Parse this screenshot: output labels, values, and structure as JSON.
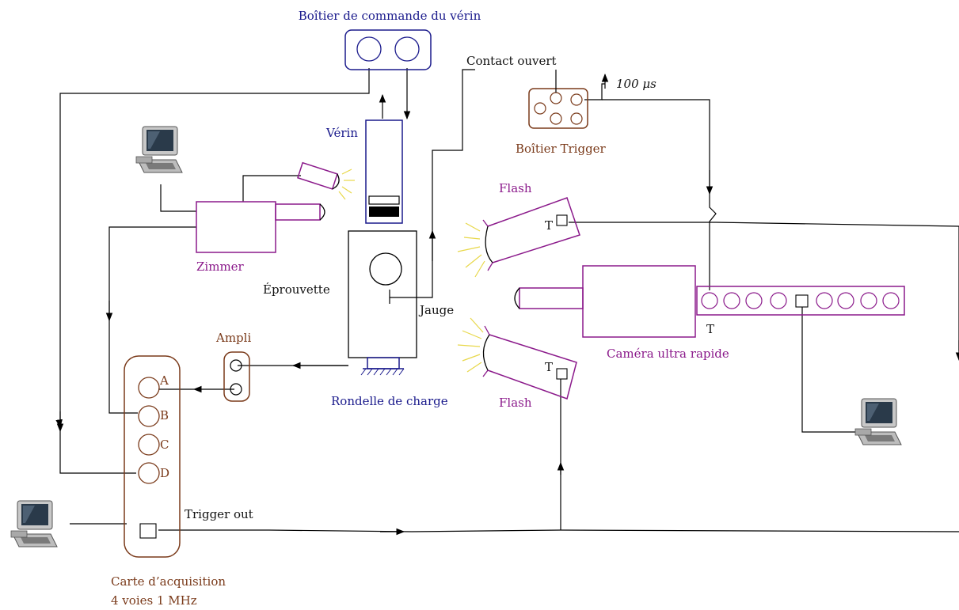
{
  "labels": {
    "boitier_commande": "Boîtier de commande du vérin",
    "verin": "Vérin",
    "contact_ouvert": "Contact ouvert",
    "boitier_trigger": "Boîtier Trigger",
    "pulse": "100 μs",
    "flash_top": "Flash",
    "flash_bottom": "Flash",
    "zimmer": "Zimmer",
    "eprouvette": "Éprouvette",
    "jauge": "Jauge",
    "ampli": "Ampli",
    "rondelle": "Rondelle de charge",
    "camera": "Caméra ultra rapide",
    "camera_t": "T",
    "flash_top_t": "T",
    "flash_bottom_t": "T",
    "trigger_out": "Trigger out",
    "carte_line1": "Carte d’acquisition",
    "carte_line2": "4 voies 1 MHz",
    "channel_a": "A",
    "channel_b": "B",
    "channel_c": "C",
    "channel_d": "D"
  },
  "colors": {
    "blue": "#1a1a8c",
    "brown": "#7a3a1a",
    "purple": "#8b1a8b",
    "black": "#000000",
    "flash_rays": "#e8d84a"
  },
  "icons": [
    "computer-icon",
    "computer-icon",
    "computer-icon"
  ]
}
